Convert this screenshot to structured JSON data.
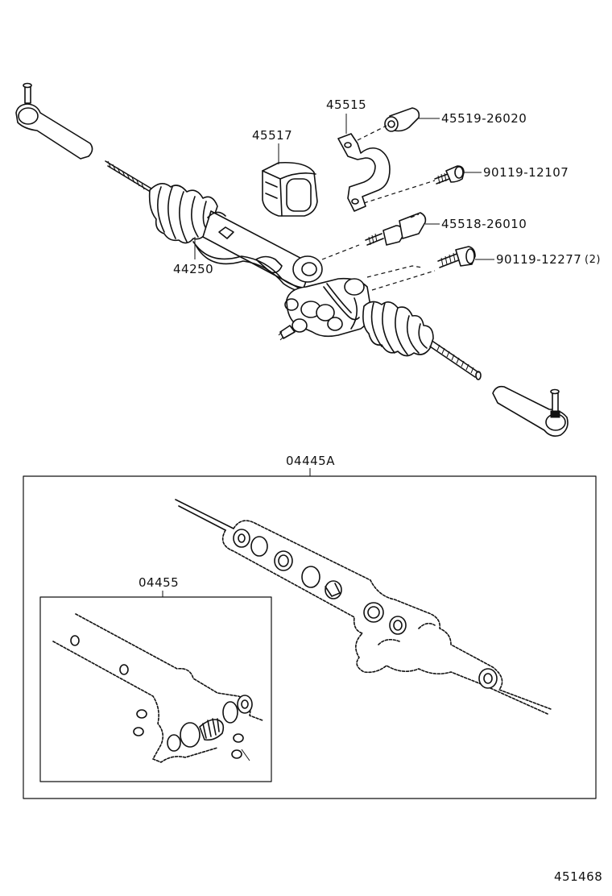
{
  "diagram": {
    "parts": {
      "tie_rod_boot": "44250",
      "bushing": "45517",
      "bracket": "45515",
      "grommet_upper": "45519-26020",
      "bolt_small": "90119-12107",
      "grommet_lower": "45518-26010",
      "bolt_large": "90119-12277",
      "bolt_large_qty": "(2)",
      "gasket_kit": "04445A",
      "seal_kit": "04455"
    },
    "page_code": "451468"
  }
}
